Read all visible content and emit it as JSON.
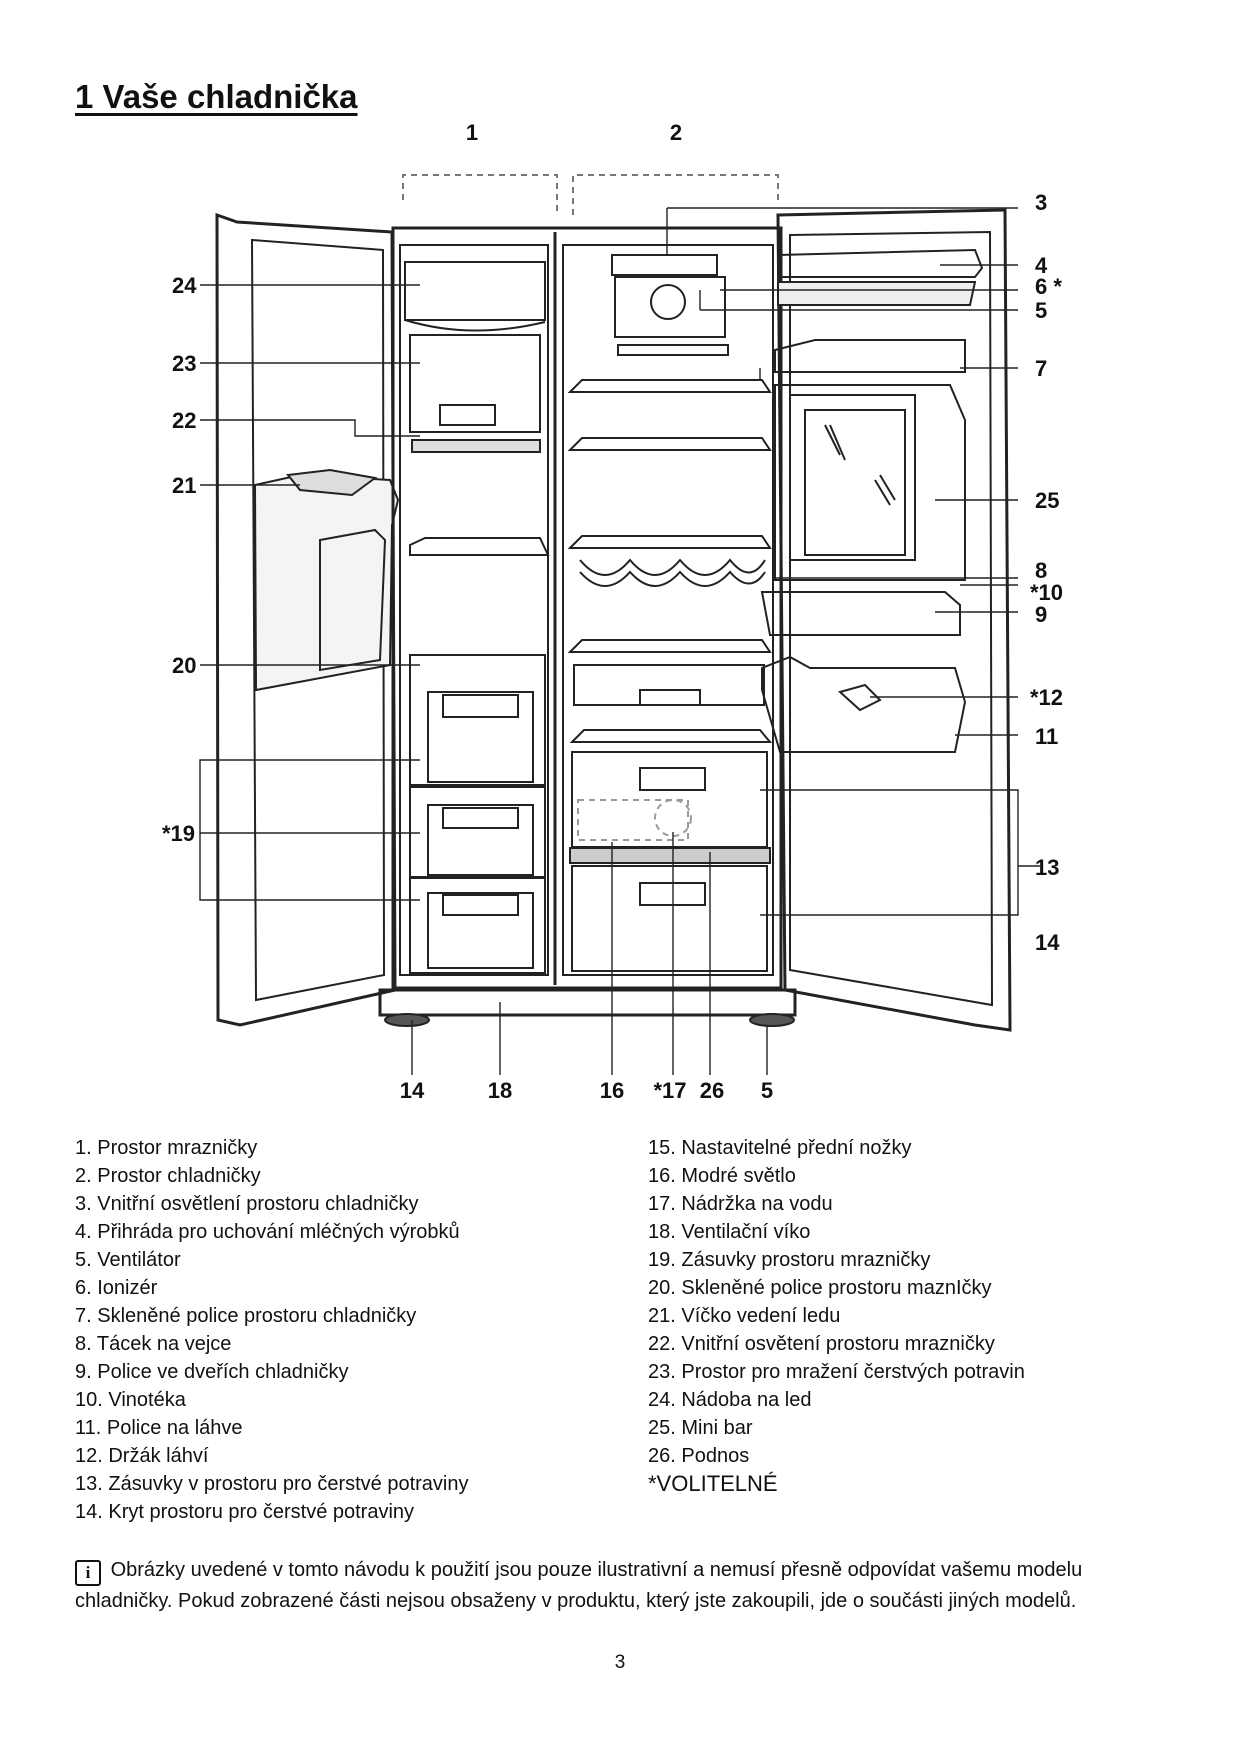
{
  "page": {
    "title": "1 Vaše chladnička",
    "number": "3"
  },
  "diagram_labels": {
    "l1": "1",
    "l2": "2",
    "l3": "3",
    "l4": "4",
    "l5": "5",
    "l6": "6 *",
    "l7": "7",
    "l8": "8",
    "l9": "9",
    "l10": "*10",
    "l11": "11",
    "l12": "*12",
    "l13": "13",
    "l14r": "14",
    "l14b": "14",
    "l18": "18",
    "l16": "16",
    "l17": "*17",
    "l26": "26",
    "l5b": "5",
    "l20": "20",
    "l21": "21",
    "l22": "22",
    "l23": "23",
    "l24": "24",
    "l19": "*19",
    "l25": "25"
  },
  "legend_left": [
    "1. Prostor mrazničky",
    "2. Prostor chladničky",
    "3. Vnitřní osvětlení prostoru chladničky",
    "4. Přihráda pro uchování mléčných výrobků",
    "5. Ventilátor",
    "6. Ionizér",
    "7. Skleněné police prostoru chladničky",
    "8. Tácek na vejce",
    "9. Police ve dveřích chladničky",
    "10. Vinotéka",
    "11. Police na láhve",
    "12. Držák láhví",
    "13. Zásuvky v prostoru pro čerstvé potraviny",
    "14. Kryt prostoru pro čerstvé potraviny"
  ],
  "legend_right": [
    "15. Nastavitelné přední nožky",
    "16. Modré světlo",
    "17. Nádržka na vodu",
    "18. Ventilační víko",
    "19. Zásuvky prostoru mrazničky",
    "20. Skleněné police prostoru maznIčky",
    "21. Víčko vedení ledu",
    "22. Vnitřní osvětení prostoru mrazničky",
    "23. Prostor pro mražení čerstvých potravin",
    "24. Nádoba na led",
    "25. Mini bar",
    "26. Podnos"
  ],
  "optional_note": "*VOLITELNÉ",
  "note": {
    "icon": "info-icon",
    "text": "Obrázky uvedené v tomto návodu k použití jsou pouze ilustrativní a nemusí přesně odpovídat vašemu modelu chladničky. Pokud zobrazené části nejsou obsaženy v produktu, který jste zakoupili, jde o součásti jiných modelů."
  }
}
